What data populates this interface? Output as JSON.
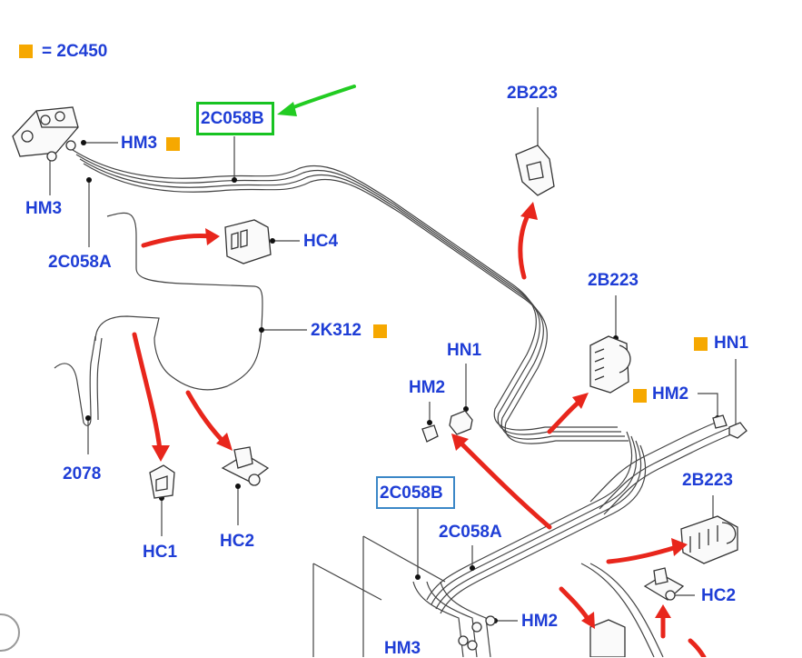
{
  "legend": {
    "symbol_color": "#f6a800",
    "text": "= 2C450"
  },
  "labels": {
    "hm3_top": "HM3",
    "hm3_left": "HM3",
    "code_2c058b_top": "2C058B",
    "code_2c058a_left": "2C058A",
    "hc4": "HC4",
    "k312": "2K312",
    "p2078": "2078",
    "hc1": "HC1",
    "hc2_left": "HC2",
    "b223_top": "2B223",
    "b223_mid": "2B223",
    "b223_right": "2B223",
    "hn1_mid": "HN1",
    "hn1_right": "HN1",
    "hm2_mid": "HM2",
    "hm2_right": "HM2",
    "code_2c058b_bottom": "2C058B",
    "code_2c058a_bottom": "2C058A",
    "hm2_bottom": "HM2",
    "hm3_bottom": "HM3",
    "hc2_right": "HC2"
  },
  "colors": {
    "label": "#1f3ed6",
    "arrow_red": "#e8261c",
    "arrow_green": "#22cc22",
    "highlight_green": "#18c322",
    "highlight_blue": "#3b87c7",
    "line": "#333333"
  }
}
